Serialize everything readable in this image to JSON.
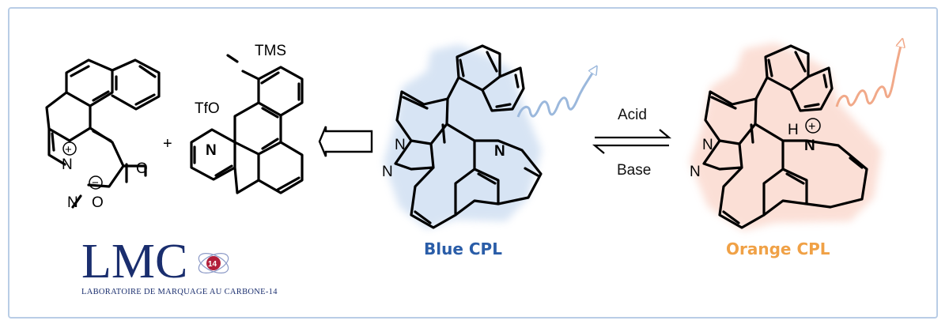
{
  "reactant_1": {
    "atoms": {
      "n_plus": "N",
      "n": "N",
      "o": "O",
      "carbonyl_o": "O"
    },
    "charges": {
      "plus": "+",
      "minus": "−"
    }
  },
  "plus_sign": "+",
  "reactant_2": {
    "substituents": {
      "tms": "TMS",
      "otf": "TfO"
    },
    "atoms": {
      "n": "N"
    }
  },
  "product_blue": {
    "atoms": {
      "n1": "N",
      "n2": "N",
      "n3": "N"
    },
    "label": "Blue CPL",
    "label_color": "#2a5da8",
    "glow_color": "#8fb3e0"
  },
  "equilibrium": {
    "top": "Acid",
    "bottom": "Base"
  },
  "product_orange": {
    "atoms": {
      "n1": "N",
      "n2": "N",
      "n_plus": "N",
      "h": "H"
    },
    "charges": {
      "plus": "+"
    },
    "label": "Orange CPL",
    "label_color": "#f0a146",
    "glow_color": "#f4a58c"
  },
  "logo": {
    "letters": "LMC",
    "number": "14",
    "subtitle": "LABORATOIRE DE MARQUAGE AU CARBONE-14"
  },
  "colors": {
    "frame": "#b9cde6",
    "logo": "#1a2e6e"
  }
}
